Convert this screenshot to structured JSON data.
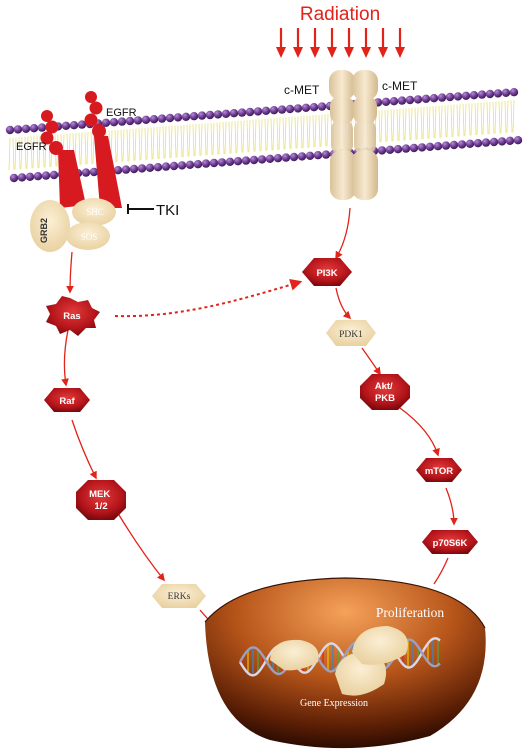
{
  "title": "Radiation",
  "receptors": {
    "egfr_left": "EGFR",
    "egfr_right": "EGFR",
    "cmet_left": "c-MET",
    "cmet_right": "c-MET"
  },
  "adaptors": {
    "grb2": "GRB2",
    "shc": "SHC",
    "sos": "SOS"
  },
  "inhibitor": "TKI",
  "pathway_left": {
    "ras": "Ras",
    "raf": "Raf",
    "mek": "MEK 1/2",
    "erks": "ERKs"
  },
  "pathway_right": {
    "pi3k": "PI3K",
    "pdk1": "PDK1",
    "akt": "Akt/ PKB",
    "mtor": "mTOR",
    "p70s6k": "p70S6K"
  },
  "nucleus": {
    "proliferation": "Proliferation",
    "gene_expression": "Gene Expression"
  },
  "colors": {
    "arrow_red": "#e2231a",
    "node_red": "#c4161c",
    "node_tan": "#f3dcb0",
    "membrane_purple": "#6b3a8f",
    "membrane_yellow": "#e8e07a",
    "receptor_red": "#d71920",
    "cmet_tan": "#f0dcb6",
    "nucleus_brown": "#8a3a0a"
  }
}
